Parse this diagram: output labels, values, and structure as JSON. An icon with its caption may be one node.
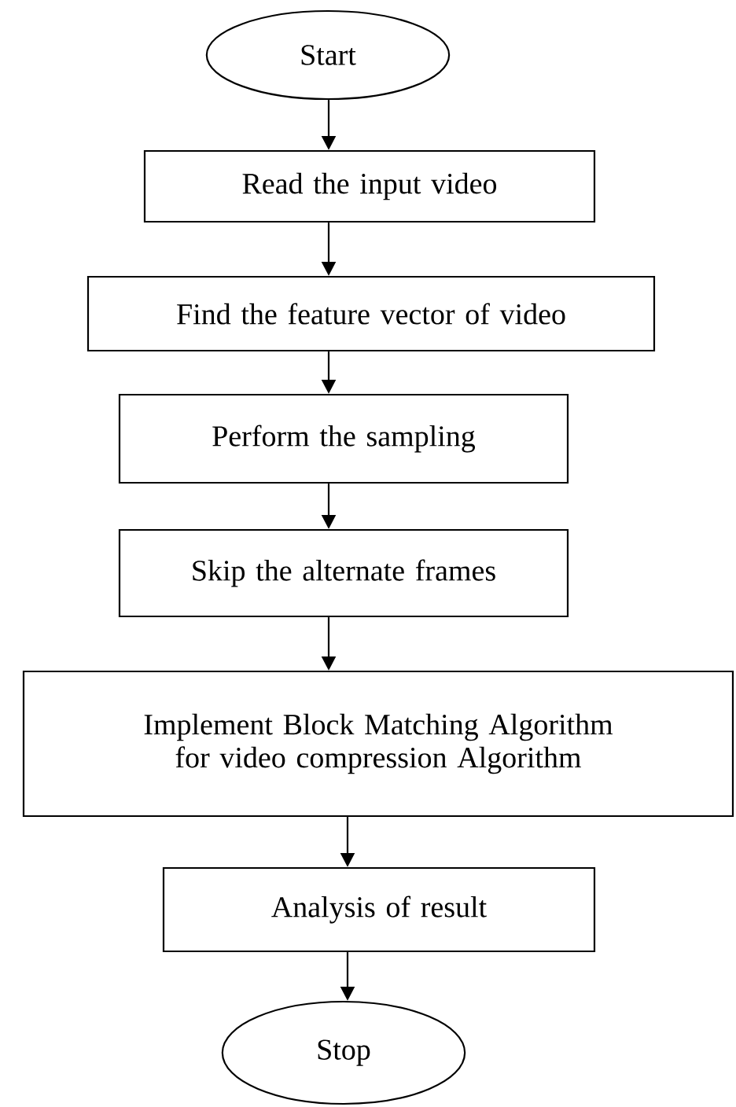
{
  "diagram": {
    "nodes": [
      {
        "text": [
          "Start"
        ]
      },
      {
        "text": [
          "Read the input video"
        ]
      },
      {
        "text": [
          "Find the feature vector of video"
        ]
      },
      {
        "text": [
          "Perform the sampling"
        ]
      },
      {
        "text": [
          "Skip the alternate frames"
        ]
      },
      {
        "text": [
          "Implement Block Matching Algorithm for video compression Algorithm"
        ]
      },
      {
        "text": [
          "Analysis of result"
        ]
      },
      {
        "text": [
          "Stop"
        ]
      }
    ],
    "edges": [
      {
        "from": 0,
        "to": 1,
        "arrow": "to"
      },
      {
        "from": 1,
        "to": 2,
        "arrow": "to"
      },
      {
        "from": 2,
        "to": 3,
        "arrow": "to"
      },
      {
        "from": 3,
        "to": 4,
        "arrow": "to"
      },
      {
        "from": 4,
        "to": 5,
        "arrow": "to"
      },
      {
        "from": 5,
        "to": 6,
        "arrow": "to"
      },
      {
        "from": 6,
        "to": 7,
        "arrow": "to"
      }
    ]
  }
}
